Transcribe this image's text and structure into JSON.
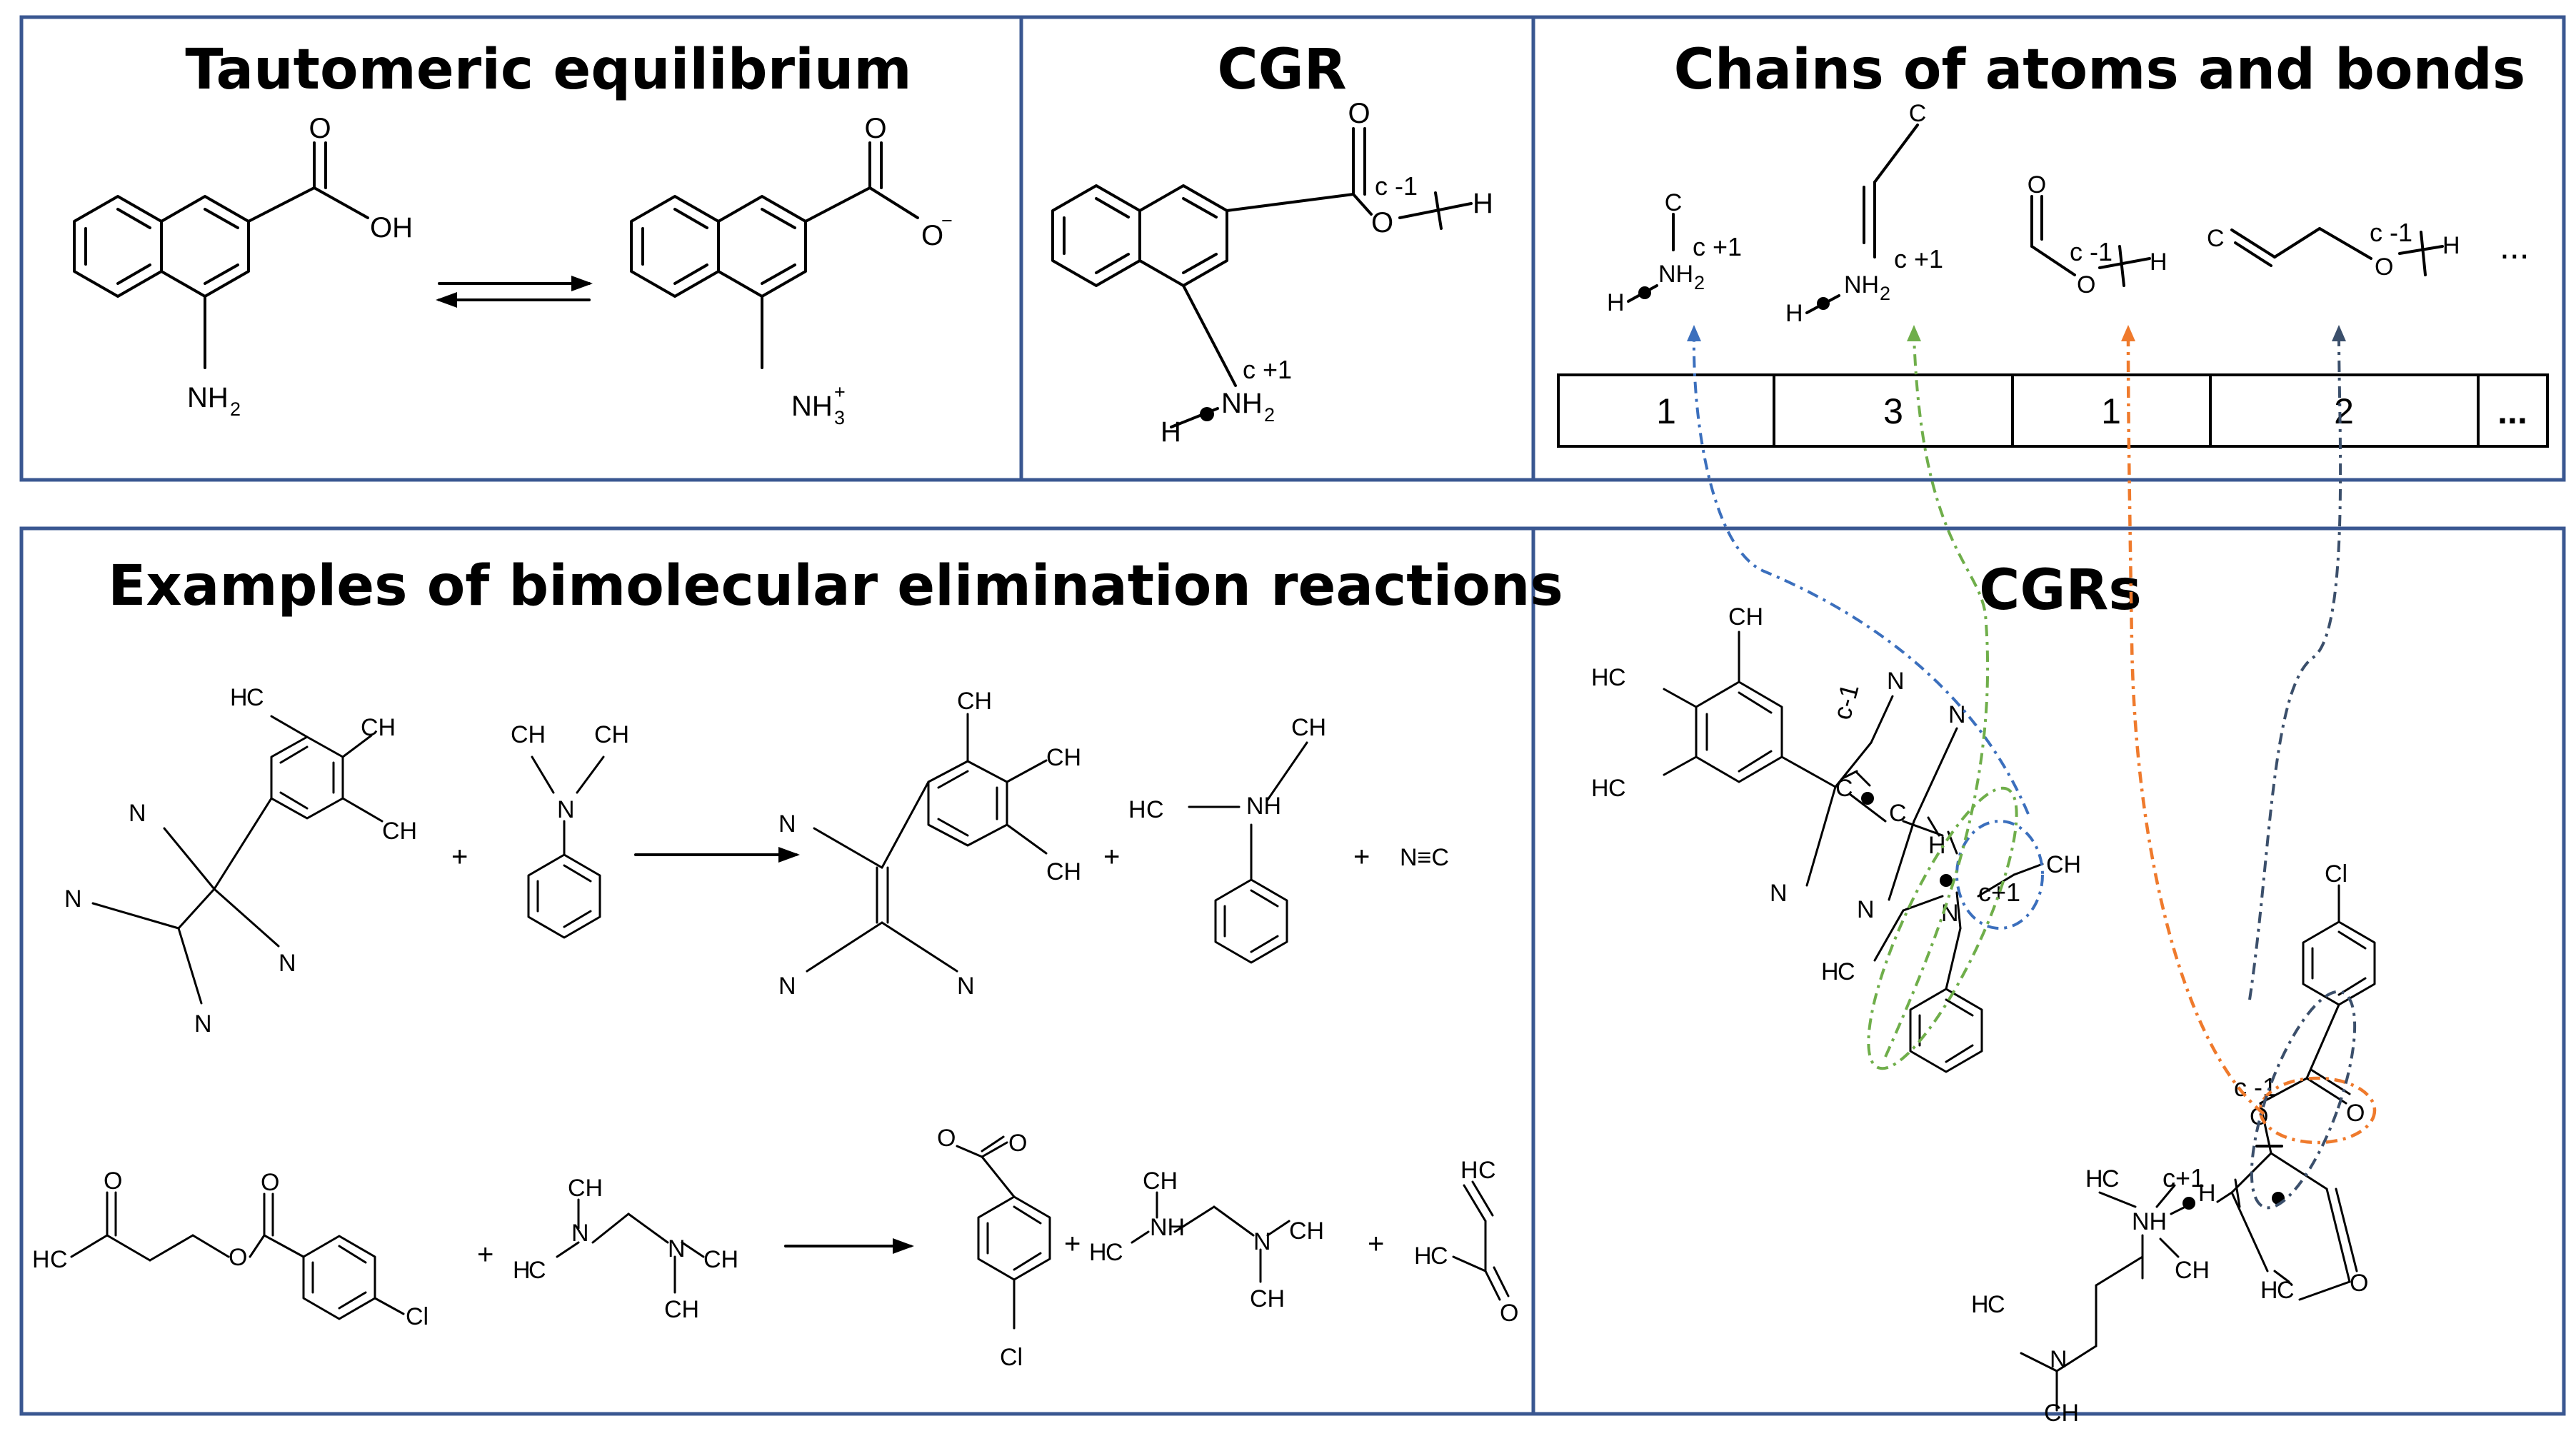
{
  "panels": {
    "tautomeric": {
      "title": "Tautomeric equilibrium"
    },
    "cgr": {
      "title": "CGR"
    },
    "chains": {
      "title": "Chains of atoms and bonds",
      "ellipsis": "...",
      "counts": [
        "1",
        "3",
        "1",
        "2",
        "..."
      ],
      "arrow_colors": [
        "#3b6fbd",
        "#6fae4a",
        "#ef7a2c",
        "#3b4f6b"
      ]
    },
    "examples": {
      "title": "Examples of bimolecular elimination reactions"
    },
    "cgrs": {
      "title": "CGRs"
    }
  },
  "labels": {
    "O": "O",
    "OH": "OH",
    "Ominus": "O",
    "minus": "−",
    "NH": "NH",
    "two": "2",
    "three": "3",
    "plus": "+",
    "H": "H",
    "C": "C",
    "N": "N",
    "Cl": "Cl",
    "CH": "CH",
    "H3C": "H",
    "C3": "C",
    "c_minus1": "c -1",
    "c_plus1": "c +1",
    "cplus1": "c+1",
    "cminus1": "c-1",
    "NC_minus": "N≡C",
    "more": "..."
  }
}
